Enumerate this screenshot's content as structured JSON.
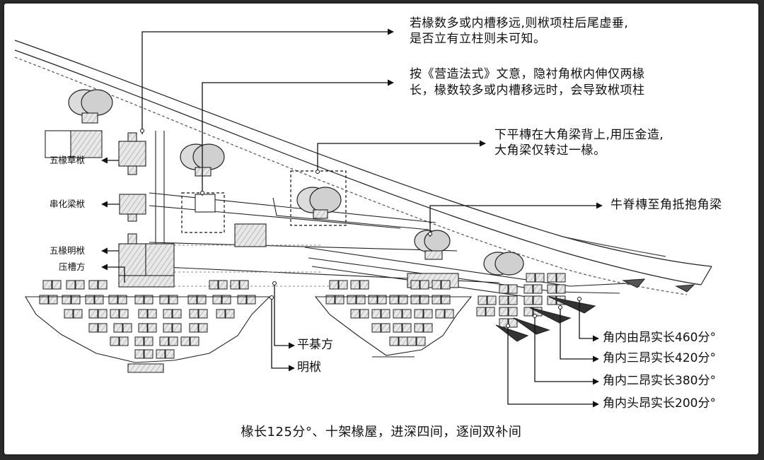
{
  "colors": {
    "ink": "#1a1a1a",
    "hatch": "#d2d2d2",
    "block": "#e4e4e4"
  },
  "notes": {
    "tail_line1": "若椽数多或内槽移远,则栿项柱后尾虚垂,",
    "tail_line2": "是否立有立柱则未可知。",
    "fashi_line1": "按《营造法式》文意，隐衬角栿内伸仅两椽",
    "fashi_line2": "长，椽数较多或内槽移远时，会导致栿项柱",
    "lower_line1": "下平槫在大角梁背上,用压金造,",
    "lower_line2": "大角梁仅转过一椽。",
    "ridge": "牛脊槫至角抵抱角梁"
  },
  "left_labels": {
    "wuchuan_cao": "五椽草栿",
    "chuanhua": "串化梁栿",
    "wuchuan_ming": "五椽明栿",
    "yacao": "压槽方"
  },
  "bottom_labels": {
    "pingqi": "平棊方",
    "mingfu": "明栿"
  },
  "ang_labels": {
    "you": "角内由昂实长460分°",
    "san": "角内三昂实长420分°",
    "er": "角内二昂实长380分°",
    "tou": "角内头昂实长200分°"
  },
  "caption": "椽长125分°、十架椽屋，进深四间，逐间双补间"
}
